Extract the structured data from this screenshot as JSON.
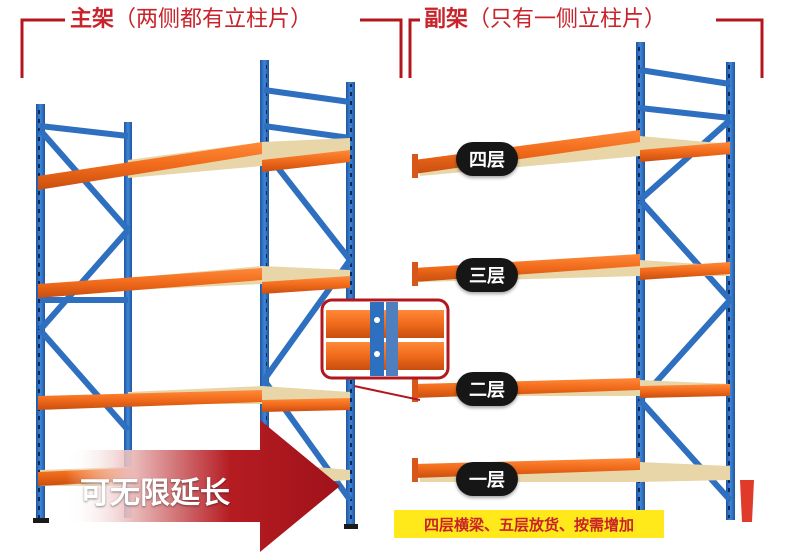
{
  "headers": {
    "main": {
      "title": "主架",
      "subtitle": "（两侧都有立柱片）"
    },
    "sub": {
      "title": "副架",
      "subtitle": "（只有一侧立柱片）"
    }
  },
  "levels": [
    "四层",
    "三层",
    "二层",
    "一层"
  ],
  "arrow_text": "可无限延长",
  "note": "四层横梁、五层放货、按需增加",
  "colors": {
    "upright": "#2f6fc0",
    "beam": "#f06a1a",
    "deck": "#e8d6a8",
    "accent": "#c8222a",
    "pill": "#161616",
    "note_bg": "#ffe91a"
  }
}
